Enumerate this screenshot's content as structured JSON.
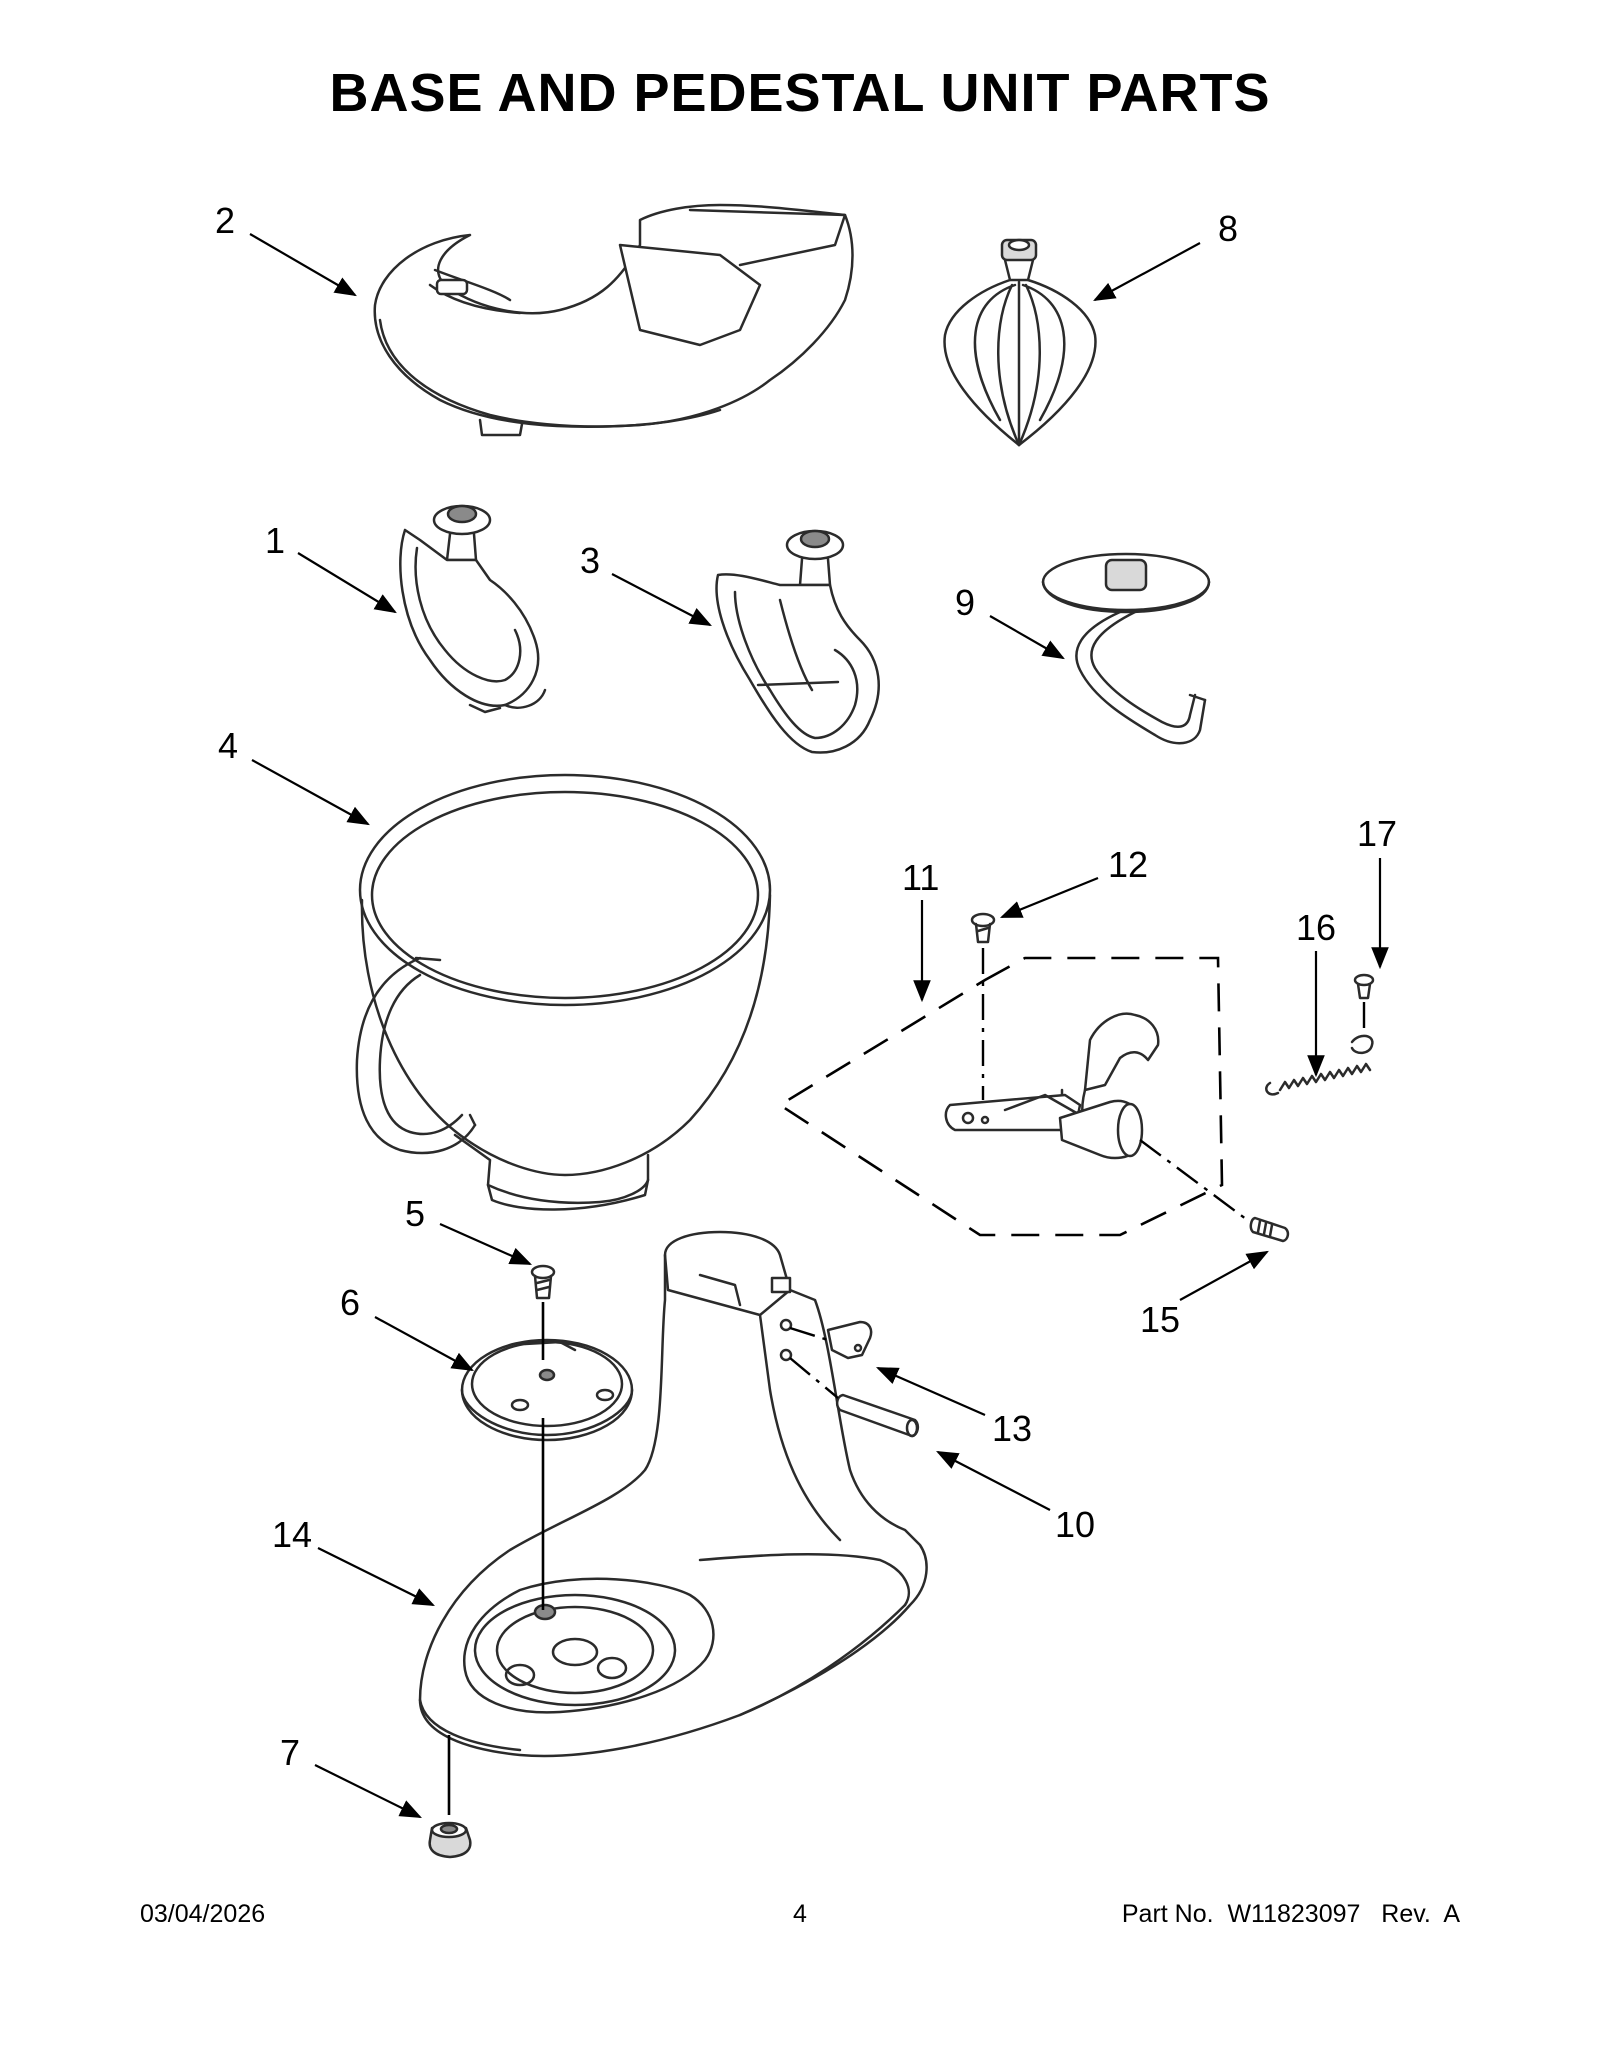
{
  "page": {
    "title": "BASE AND PEDESTAL UNIT PARTS",
    "footer": {
      "date": "03/04/2026",
      "page_number": "4",
      "part_no": "Part No.  W11823097   Rev.  A"
    }
  },
  "callouts": [
    "1",
    "2",
    "3",
    "4",
    "5",
    "6",
    "7",
    "8",
    "9",
    "10",
    "11",
    "12",
    "13",
    "14",
    "15",
    "16",
    "17"
  ],
  "colors": {
    "line": "#2b2b2b",
    "background": "#ffffff"
  }
}
